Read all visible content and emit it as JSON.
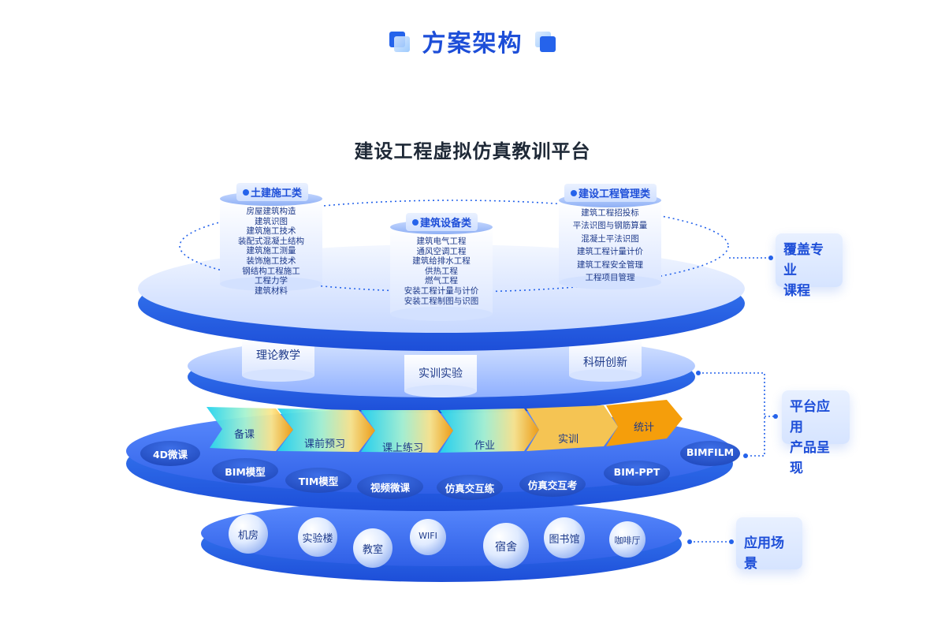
{
  "header": {
    "title": "方案架构"
  },
  "subtitle": "建设工程虚拟仿真教训平台",
  "tier1": {
    "categories": [
      {
        "name": "土建施工类",
        "items": [
          "房屋建筑构造",
          "建筑识图",
          "建筑施工技术",
          "装配式混凝土结构",
          "建筑施工测量",
          "装饰施工技术",
          "钢结构工程施工",
          "工程力学",
          "建筑材料"
        ]
      },
      {
        "name": "建筑设备类",
        "items": [
          "建筑电气工程",
          "通风空调工程",
          "建筑给排水工程",
          "供热工程",
          "燃气工程",
          "安装工程计量与计价",
          "安装工程制图与识图"
        ]
      },
      {
        "name": "建设工程管理类",
        "items": [
          "建筑工程招投标",
          "平法识图与钢筋算量",
          "混凝土平法识图",
          "建筑工程计量计价",
          "建筑工程安全管理",
          "工程项目管理"
        ]
      }
    ],
    "callout": [
      "覆盖专业",
      "课程"
    ]
  },
  "tier2": {
    "pillars": [
      "理论教学",
      "实训实验",
      "科研创新"
    ],
    "callout": [
      "平台应用",
      "产品呈现"
    ]
  },
  "tier3": {
    "flow": [
      "备课",
      "课前预习",
      "课上练习",
      "作业",
      "实训",
      "统计"
    ],
    "chips": [
      "4D微课",
      "BIM模型",
      "TIM模型",
      "视频微课",
      "仿真交互练",
      "仿真交互考",
      "BIM-PPT",
      "BIMFILM"
    ]
  },
  "tier4": {
    "spheres": [
      "机房",
      "实验楼",
      "教室",
      "WIFI",
      "宿舍",
      "图书馆",
      "咖啡厅"
    ],
    "callout": "应用场景"
  },
  "colors": {
    "primary": "#2563eb",
    "dark": "#1d4ed8",
    "flow_start": "#22d3ee",
    "flow_end": "#f59e0b"
  }
}
